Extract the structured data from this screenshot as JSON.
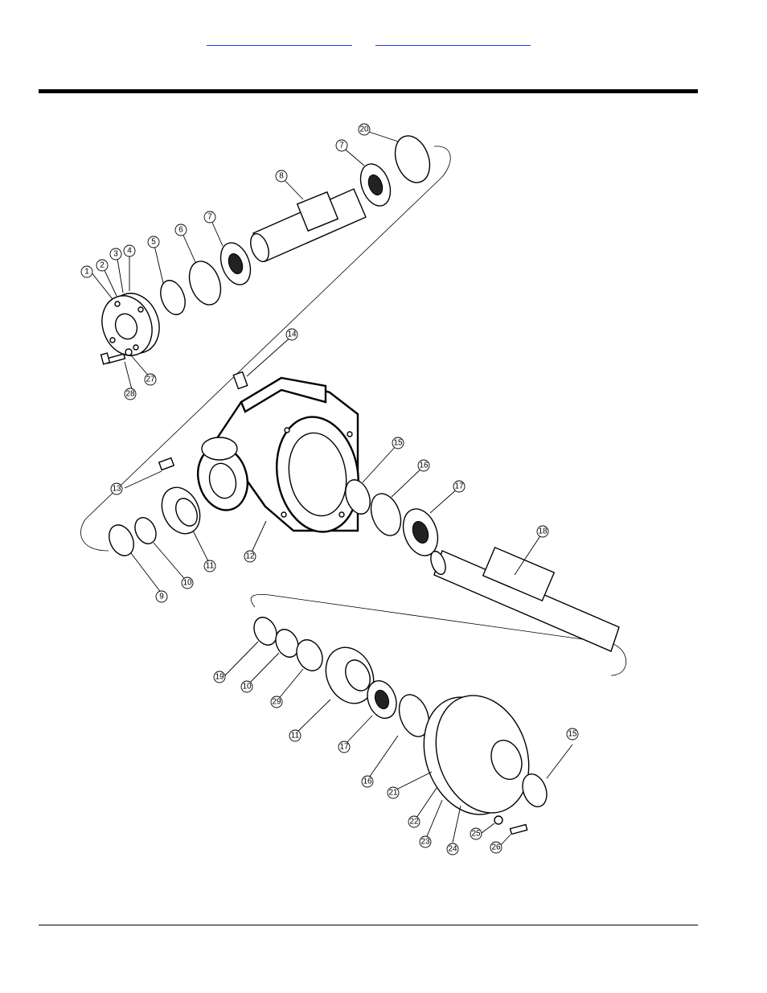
{
  "header": {
    "link_1": "",
    "link_2": ""
  },
  "callouts": [
    {
      "id": "c1",
      "label": "1"
    },
    {
      "id": "c2",
      "label": "2"
    },
    {
      "id": "c3",
      "label": "3"
    },
    {
      "id": "c4",
      "label": "4"
    },
    {
      "id": "c5",
      "label": "5"
    },
    {
      "id": "c6",
      "label": "6"
    },
    {
      "id": "c7a",
      "label": "7"
    },
    {
      "id": "c7b",
      "label": "7"
    },
    {
      "id": "c8",
      "label": "8"
    },
    {
      "id": "c9",
      "label": "9"
    },
    {
      "id": "c10a",
      "label": "10"
    },
    {
      "id": "c10b",
      "label": "10"
    },
    {
      "id": "c11a",
      "label": "11"
    },
    {
      "id": "c11b",
      "label": "11"
    },
    {
      "id": "c12",
      "label": "12"
    },
    {
      "id": "c13",
      "label": "13"
    },
    {
      "id": "c14",
      "label": "14"
    },
    {
      "id": "c15a",
      "label": "15"
    },
    {
      "id": "c15b",
      "label": "15"
    },
    {
      "id": "c16a",
      "label": "16"
    },
    {
      "id": "c16b",
      "label": "16"
    },
    {
      "id": "c17a",
      "label": "17"
    },
    {
      "id": "c17b",
      "label": "17"
    },
    {
      "id": "c18",
      "label": "18"
    },
    {
      "id": "c19",
      "label": "19"
    },
    {
      "id": "c20",
      "label": "20"
    },
    {
      "id": "c21",
      "label": "21"
    },
    {
      "id": "c22",
      "label": "22"
    },
    {
      "id": "c23",
      "label": "23"
    },
    {
      "id": "c24",
      "label": "24"
    },
    {
      "id": "c25",
      "label": "25"
    },
    {
      "id": "c26",
      "label": "26"
    },
    {
      "id": "c27",
      "label": "27"
    },
    {
      "id": "c28",
      "label": "28"
    },
    {
      "id": "c29",
      "label": "29"
    }
  ]
}
